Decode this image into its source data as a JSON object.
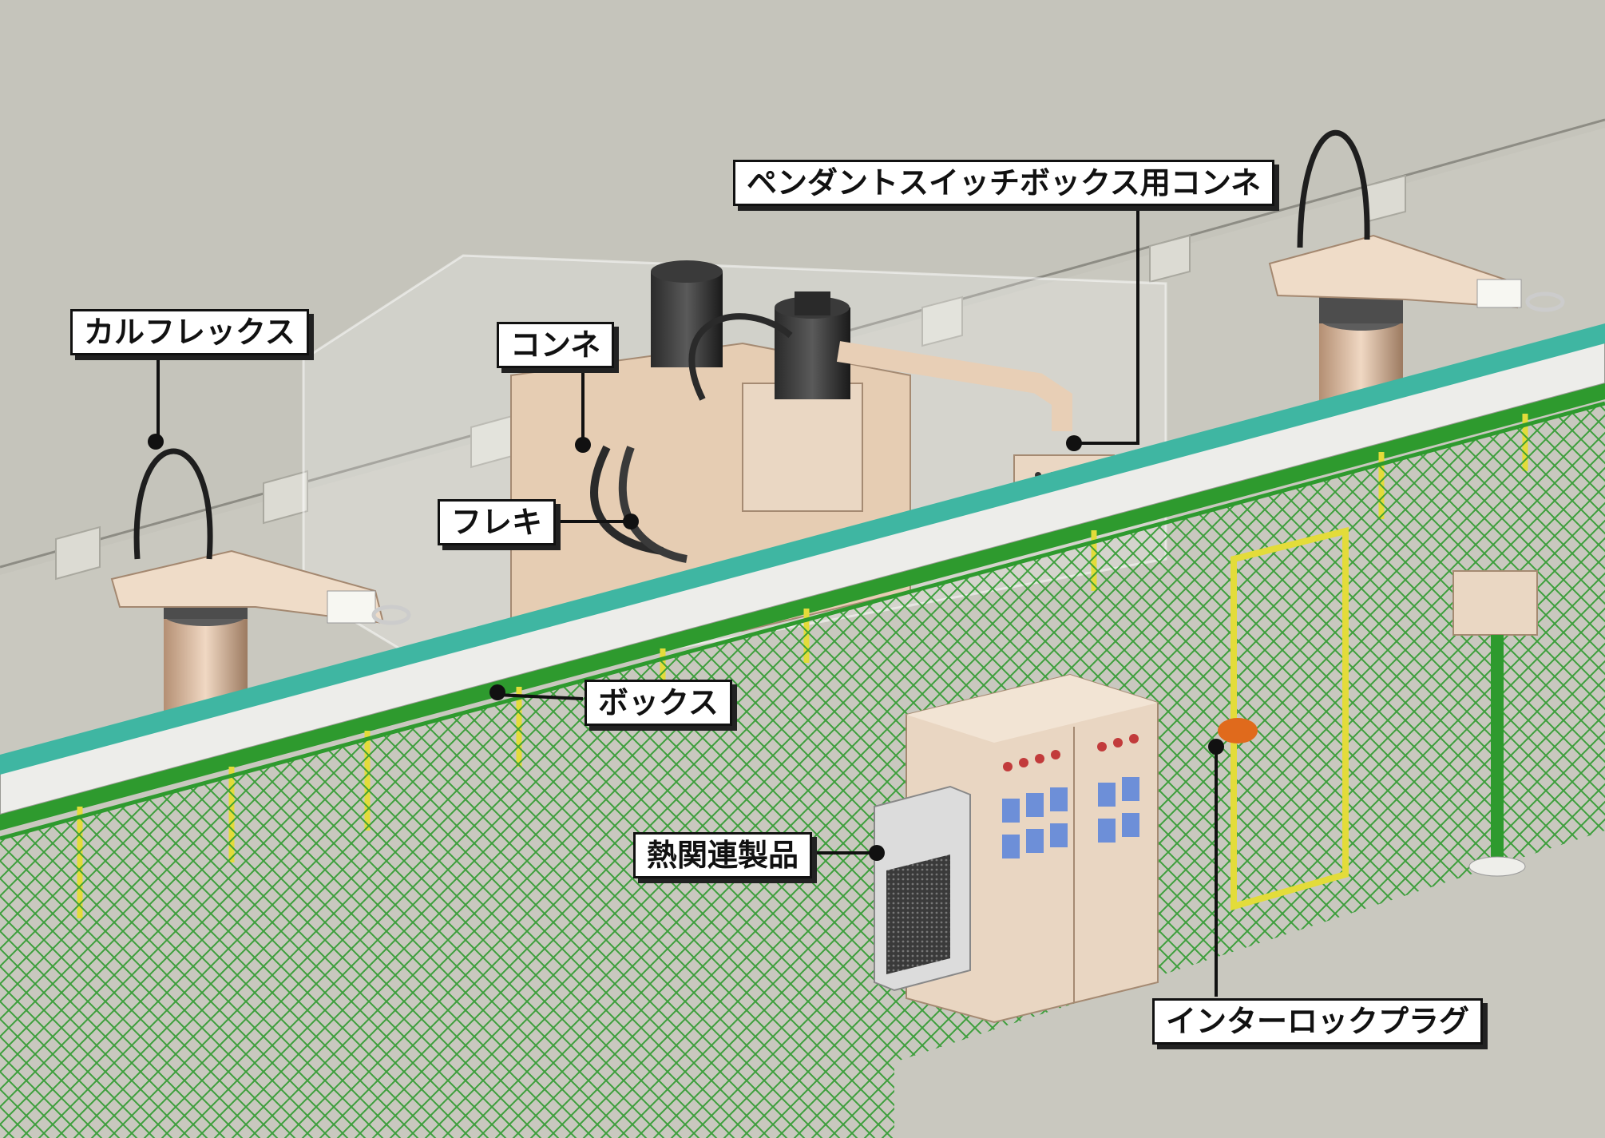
{
  "labels": {
    "pendant_connector": "ペンダントスイッチボックス用コンネ",
    "calflex": "カルフレックス",
    "connector": "コンネ",
    "flexible": "フレキ",
    "box": "ボックス",
    "thermal": "熱関連製品",
    "interlock": "インターロックプラグ"
  },
  "colors": {
    "floor": "#c9c8bf",
    "wall": "#bdbcb3",
    "fence_green": "#2e9a2e",
    "fence_post_yellow": "#e3dc3a",
    "conveyor_belt": "#3fb6a2",
    "machine_beige": "#e6cdb3",
    "cable_black": "#1e1e1e",
    "label_border": "#111111"
  }
}
